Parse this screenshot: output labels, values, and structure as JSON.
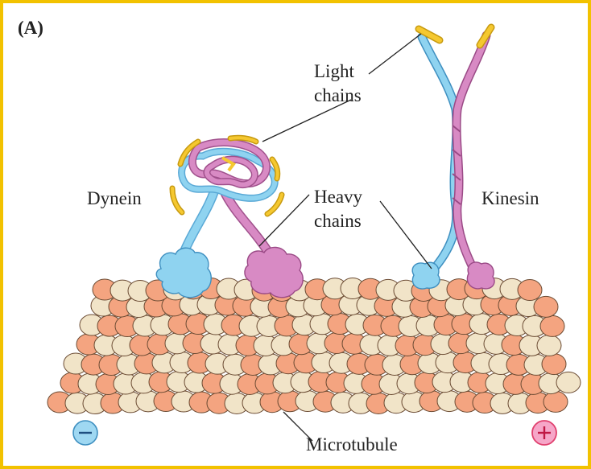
{
  "figure": {
    "panel_label": "(A)",
    "labels": {
      "light_chains": [
        "Light",
        "chains"
      ],
      "heavy_chains": [
        "Heavy",
        "chains"
      ],
      "dynein": "Dynein",
      "kinesin": "Kinesin",
      "microtubule": "Microtubule"
    },
    "polarity": {
      "minus": "−",
      "plus": "+"
    },
    "colors": {
      "frame": "#f2c200",
      "blue_chain": "#8fd3f0",
      "pink_chain": "#d88ac4",
      "light_chain": "#f5c830",
      "tubulin_orange": "#f4a480",
      "tubulin_cream": "#f1e4c8",
      "minus_fill": "#9fd8f2",
      "plus_fill": "#f6a6c8",
      "plus_ring": "#e0406e"
    }
  }
}
